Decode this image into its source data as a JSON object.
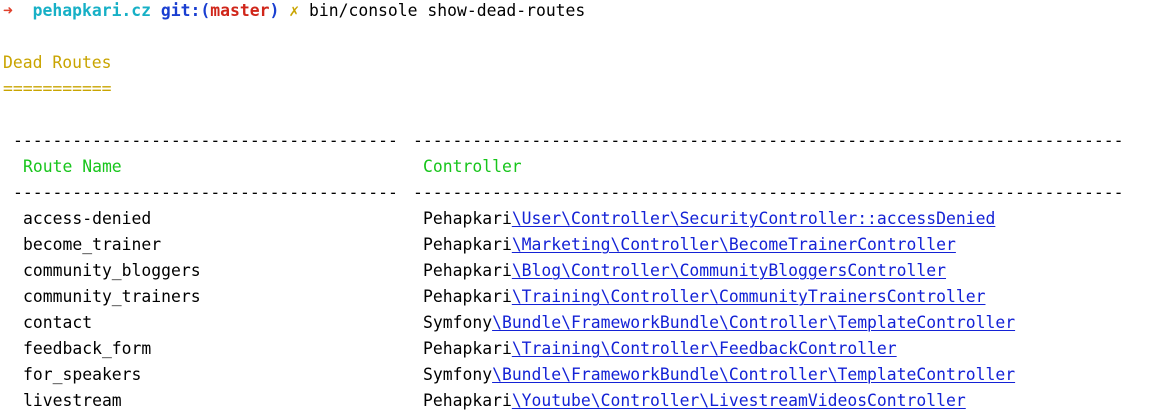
{
  "prompt": {
    "arrow": "➜",
    "directory": "pehapkari.cz",
    "git_label": "git:(",
    "branch": "master",
    "git_close": ")",
    "dirty_mark": "✗",
    "command": "bin/console show-dead-routes"
  },
  "output": {
    "title": "Dead Routes",
    "underline": "===========",
    "separator_col1": "---------------------------------------",
    "separator_col2": "------------------------------------------------------------------------",
    "headers": {
      "route_name": "Route Name",
      "controller": "Controller"
    },
    "rows": [
      {
        "route": "access-denied",
        "prefix": "Pehapkari",
        "path": "\\User\\Controller\\SecurityController::accessDenied"
      },
      {
        "route": "become_trainer",
        "prefix": "Pehapkari",
        "path": "\\Marketing\\Controller\\BecomeTrainerController"
      },
      {
        "route": "community_bloggers",
        "prefix": "Pehapkari",
        "path": "\\Blog\\Controller\\CommunityBloggersController"
      },
      {
        "route": "community_trainers",
        "prefix": "Pehapkari",
        "path": "\\Training\\Controller\\CommunityTrainersController"
      },
      {
        "route": "contact",
        "prefix": "Symfony",
        "path": "\\Bundle\\FrameworkBundle\\Controller\\TemplateController"
      },
      {
        "route": "feedback_form",
        "prefix": "Pehapkari",
        "path": "\\Training\\Controller\\FeedbackController"
      },
      {
        "route": "for_speakers",
        "prefix": "Symfony",
        "path": "\\Bundle\\FrameworkBundle\\Controller\\TemplateController"
      },
      {
        "route": "livestream",
        "prefix": "Pehapkari",
        "path": "\\Youtube\\Controller\\LivestreamVideosController"
      }
    ]
  },
  "colors": {
    "arrow": "#e0402c",
    "directory": "#17b0c6",
    "git": "#1a3fd1",
    "branch": "#d0261a",
    "title": "#c9a400",
    "header": "#18c51c",
    "link": "#1422d6"
  }
}
